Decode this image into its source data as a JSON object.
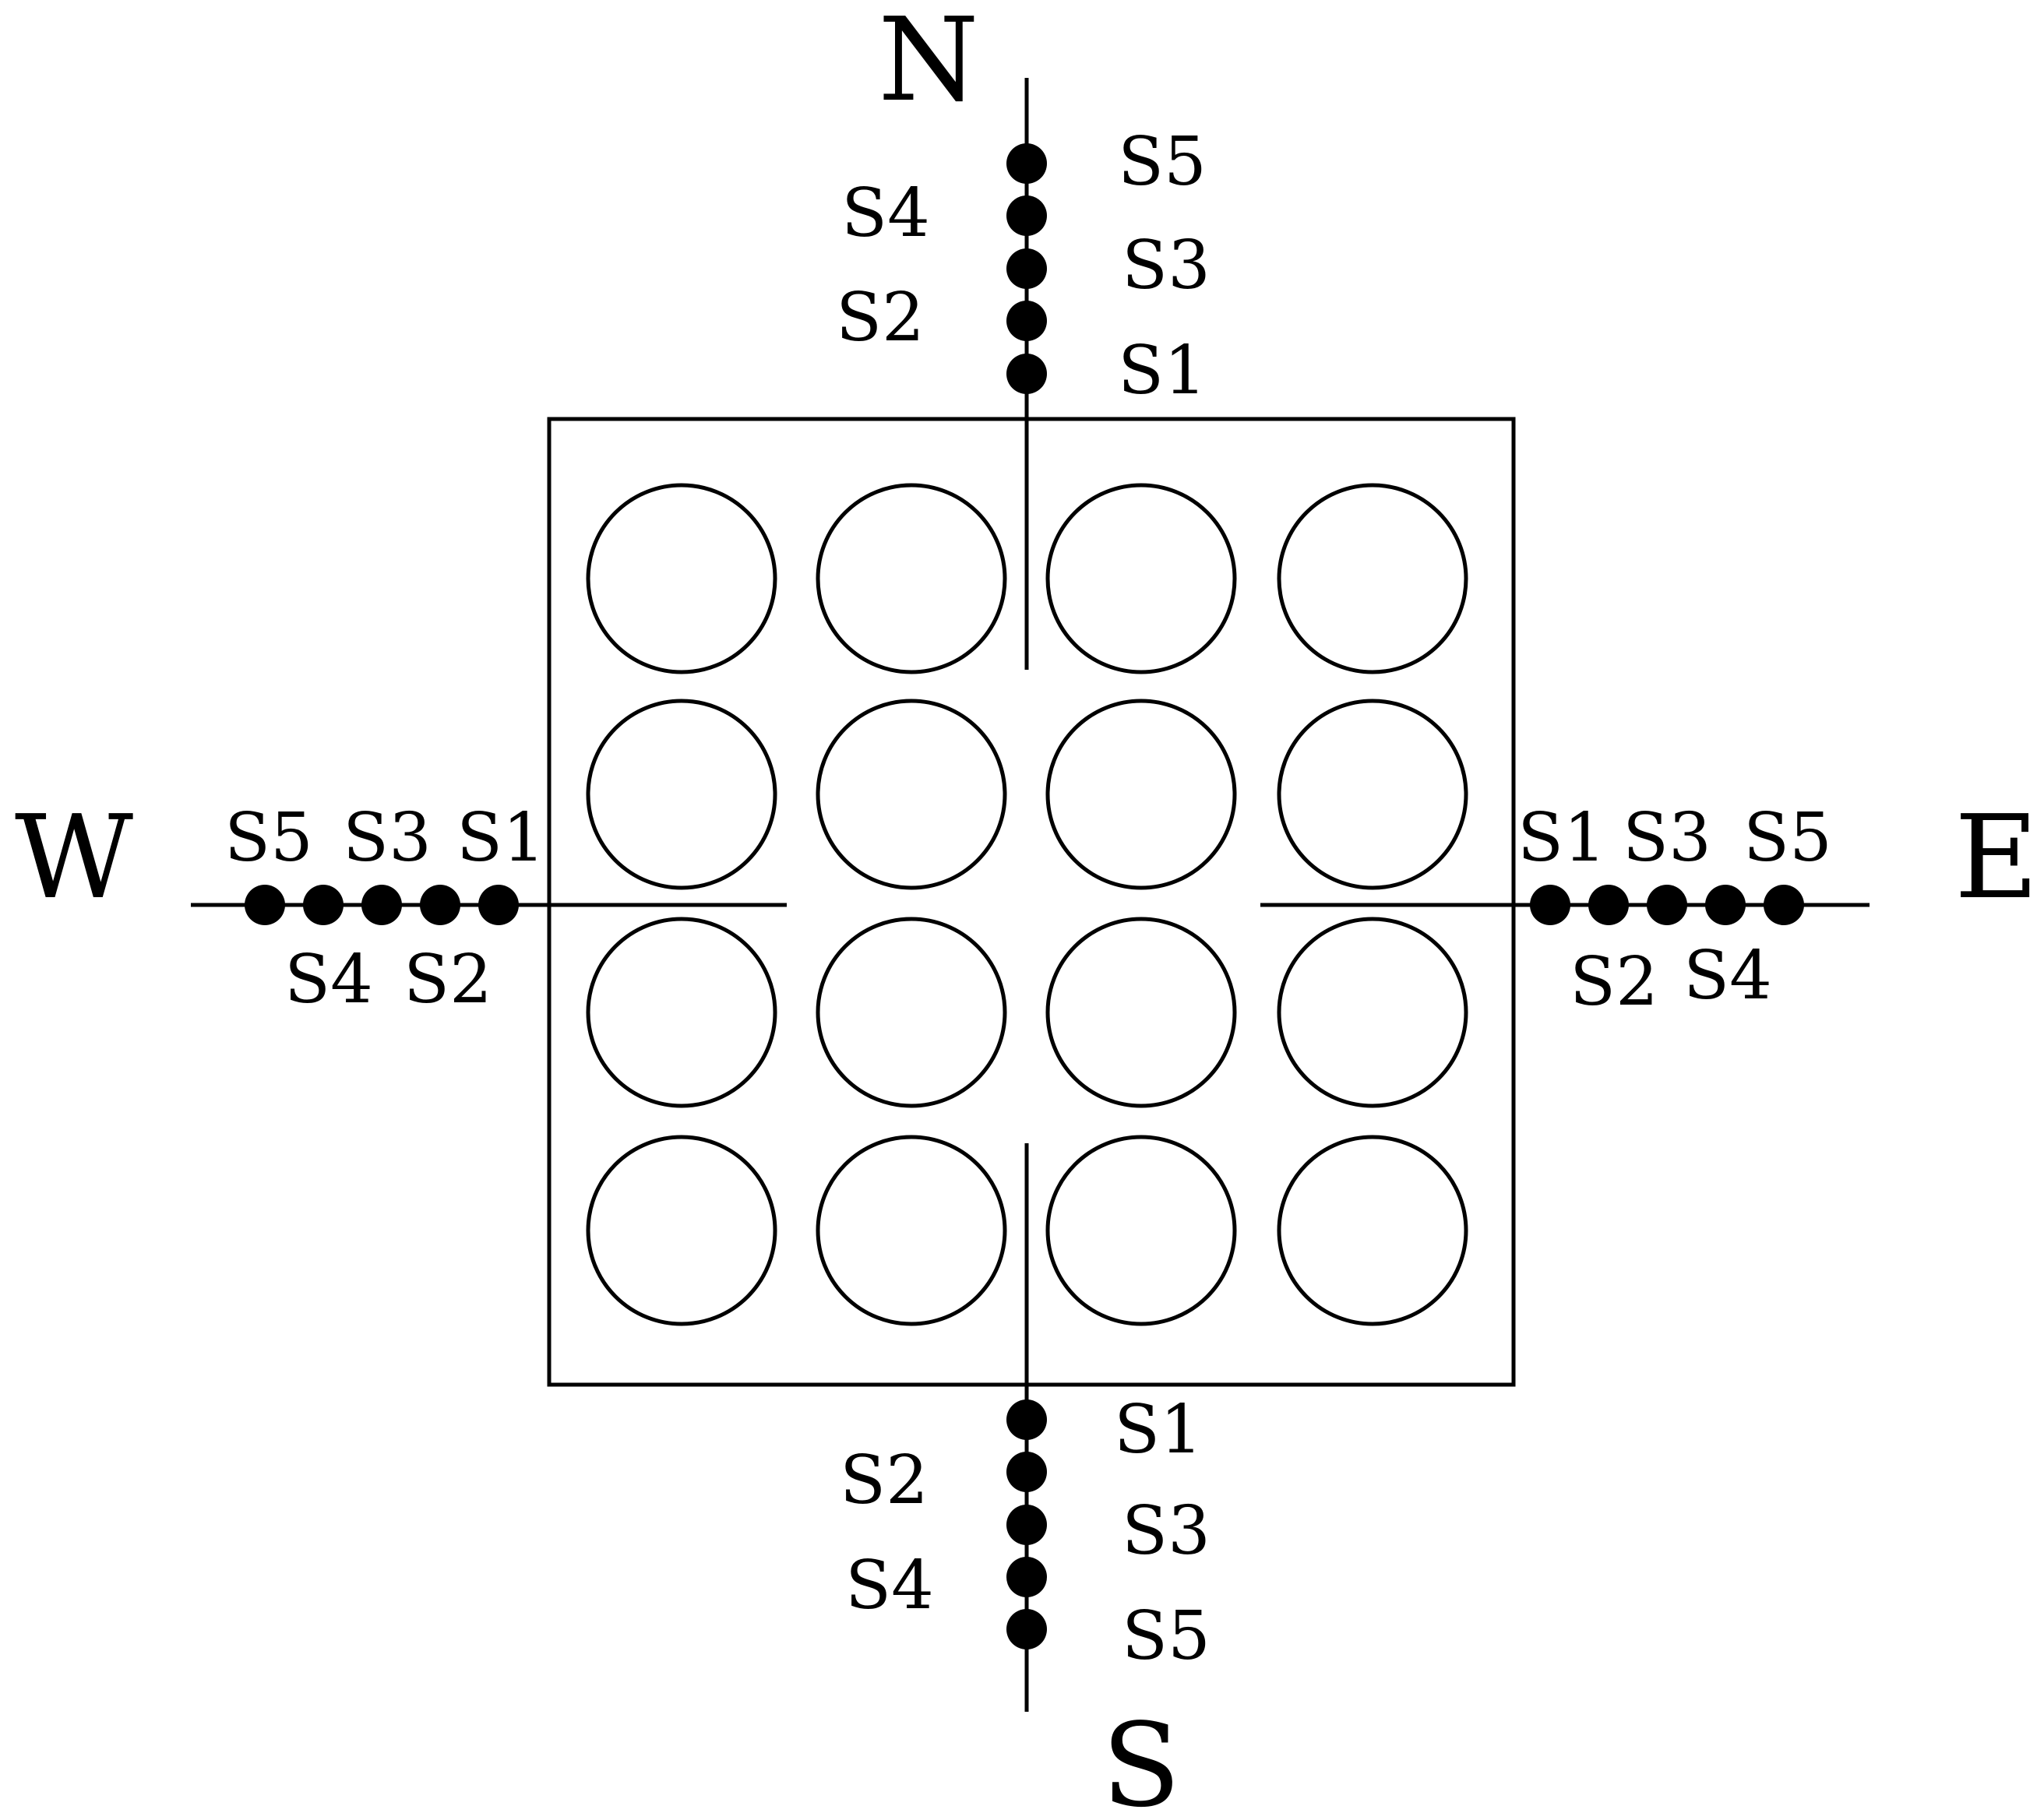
{
  "directions": {
    "north": "N",
    "south": "S",
    "west": "W",
    "east": "E"
  },
  "sensors": {
    "north": {
      "s1": "S1",
      "s2": "S2",
      "s3": "S3",
      "s4": "S4",
      "s5": "S5"
    },
    "south": {
      "s1": "S1",
      "s2": "S2",
      "s3": "S3",
      "s4": "S4",
      "s5": "S5"
    },
    "west": {
      "s1": "S1",
      "s2": "S2",
      "s3": "S3",
      "s4": "S4",
      "s5": "S5"
    },
    "east": {
      "s1": "S1",
      "s2": "S2",
      "s3": "S3",
      "s4": "S4",
      "s5": "S5"
    }
  },
  "grid": {
    "rows": 4,
    "cols": 4
  },
  "colors": {
    "ink": "#000000",
    "background": "#ffffff"
  }
}
